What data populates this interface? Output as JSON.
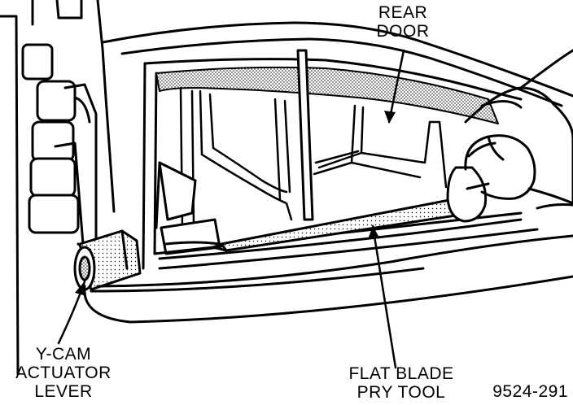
{
  "labels": {
    "rear_door": {
      "line1": "REAR",
      "line2": "DOOR"
    },
    "y_cam": {
      "line1": "Y-CAM",
      "line2": "ACTUATOR",
      "line3": "LEVER"
    },
    "pry_tool": {
      "line1": "FLAT BLADE",
      "line2": "PRY TOOL"
    },
    "figure_code": "9524-291"
  }
}
